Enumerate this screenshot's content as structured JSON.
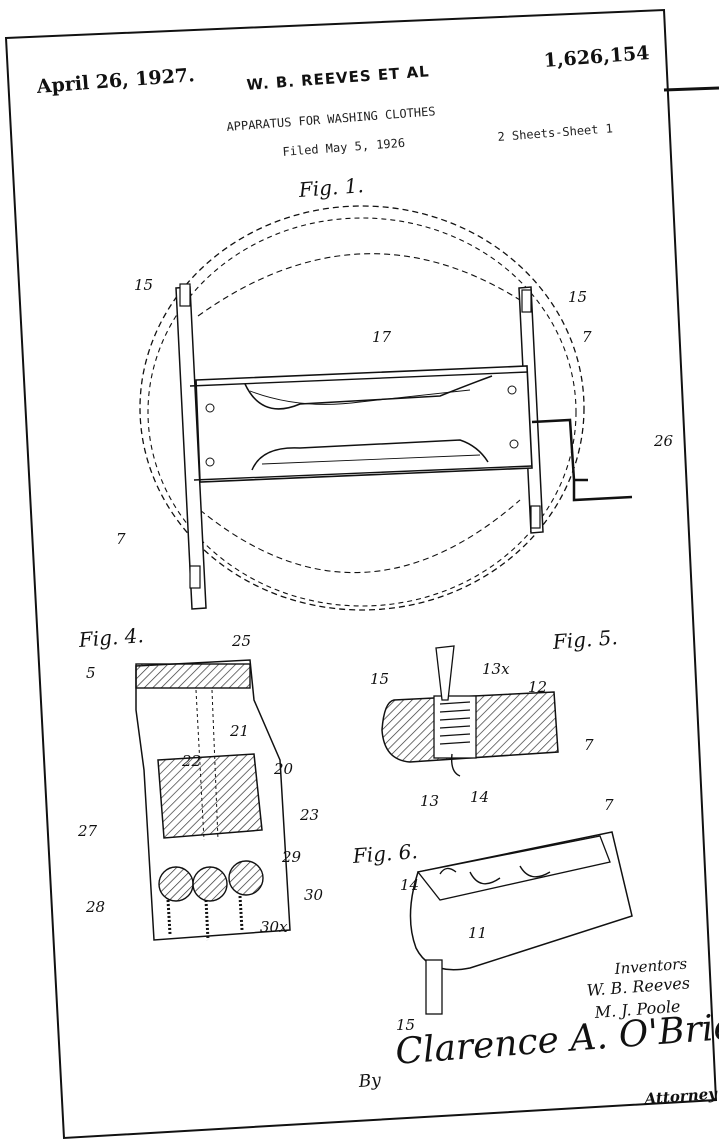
{
  "header": {
    "date": "April 26, 1927.",
    "patent_number": "1,626,154",
    "inventor_line": "W. B. REEVES ET AL",
    "title": "APPARATUS FOR WASHING CLOTHES",
    "filed": "Filed May 5, 1926",
    "sheets": "2 Sheets-Sheet 1"
  },
  "figures": {
    "fig1": "Fig. 1.",
    "fig4": "Fig. 4.",
    "fig5": "Fig. 5.",
    "fig6": "Fig. 6."
  },
  "refs": {
    "fig1": [
      "15",
      "15",
      "17",
      "7",
      "26",
      "7"
    ],
    "fig4": [
      "25",
      "5",
      "21",
      "22",
      "20",
      "23",
      "27",
      "29",
      "28",
      "30",
      "30x"
    ],
    "fig5": [
      "15",
      "13x",
      "12",
      "7",
      "13",
      "14"
    ],
    "fig6": [
      "7",
      "14",
      "11",
      "15"
    ]
  },
  "signatures": {
    "inventors_heading": "Inventors",
    "inventor_1": "W. B. Reeves",
    "inventor_2": "M. J. Poole",
    "by": "By",
    "attorney_signature": "Clarence A. O'Brien",
    "attorney_role": "Attorney"
  },
  "colors": {
    "ink": "#111111",
    "paper": "#ffffff",
    "hatch": "#333333"
  }
}
